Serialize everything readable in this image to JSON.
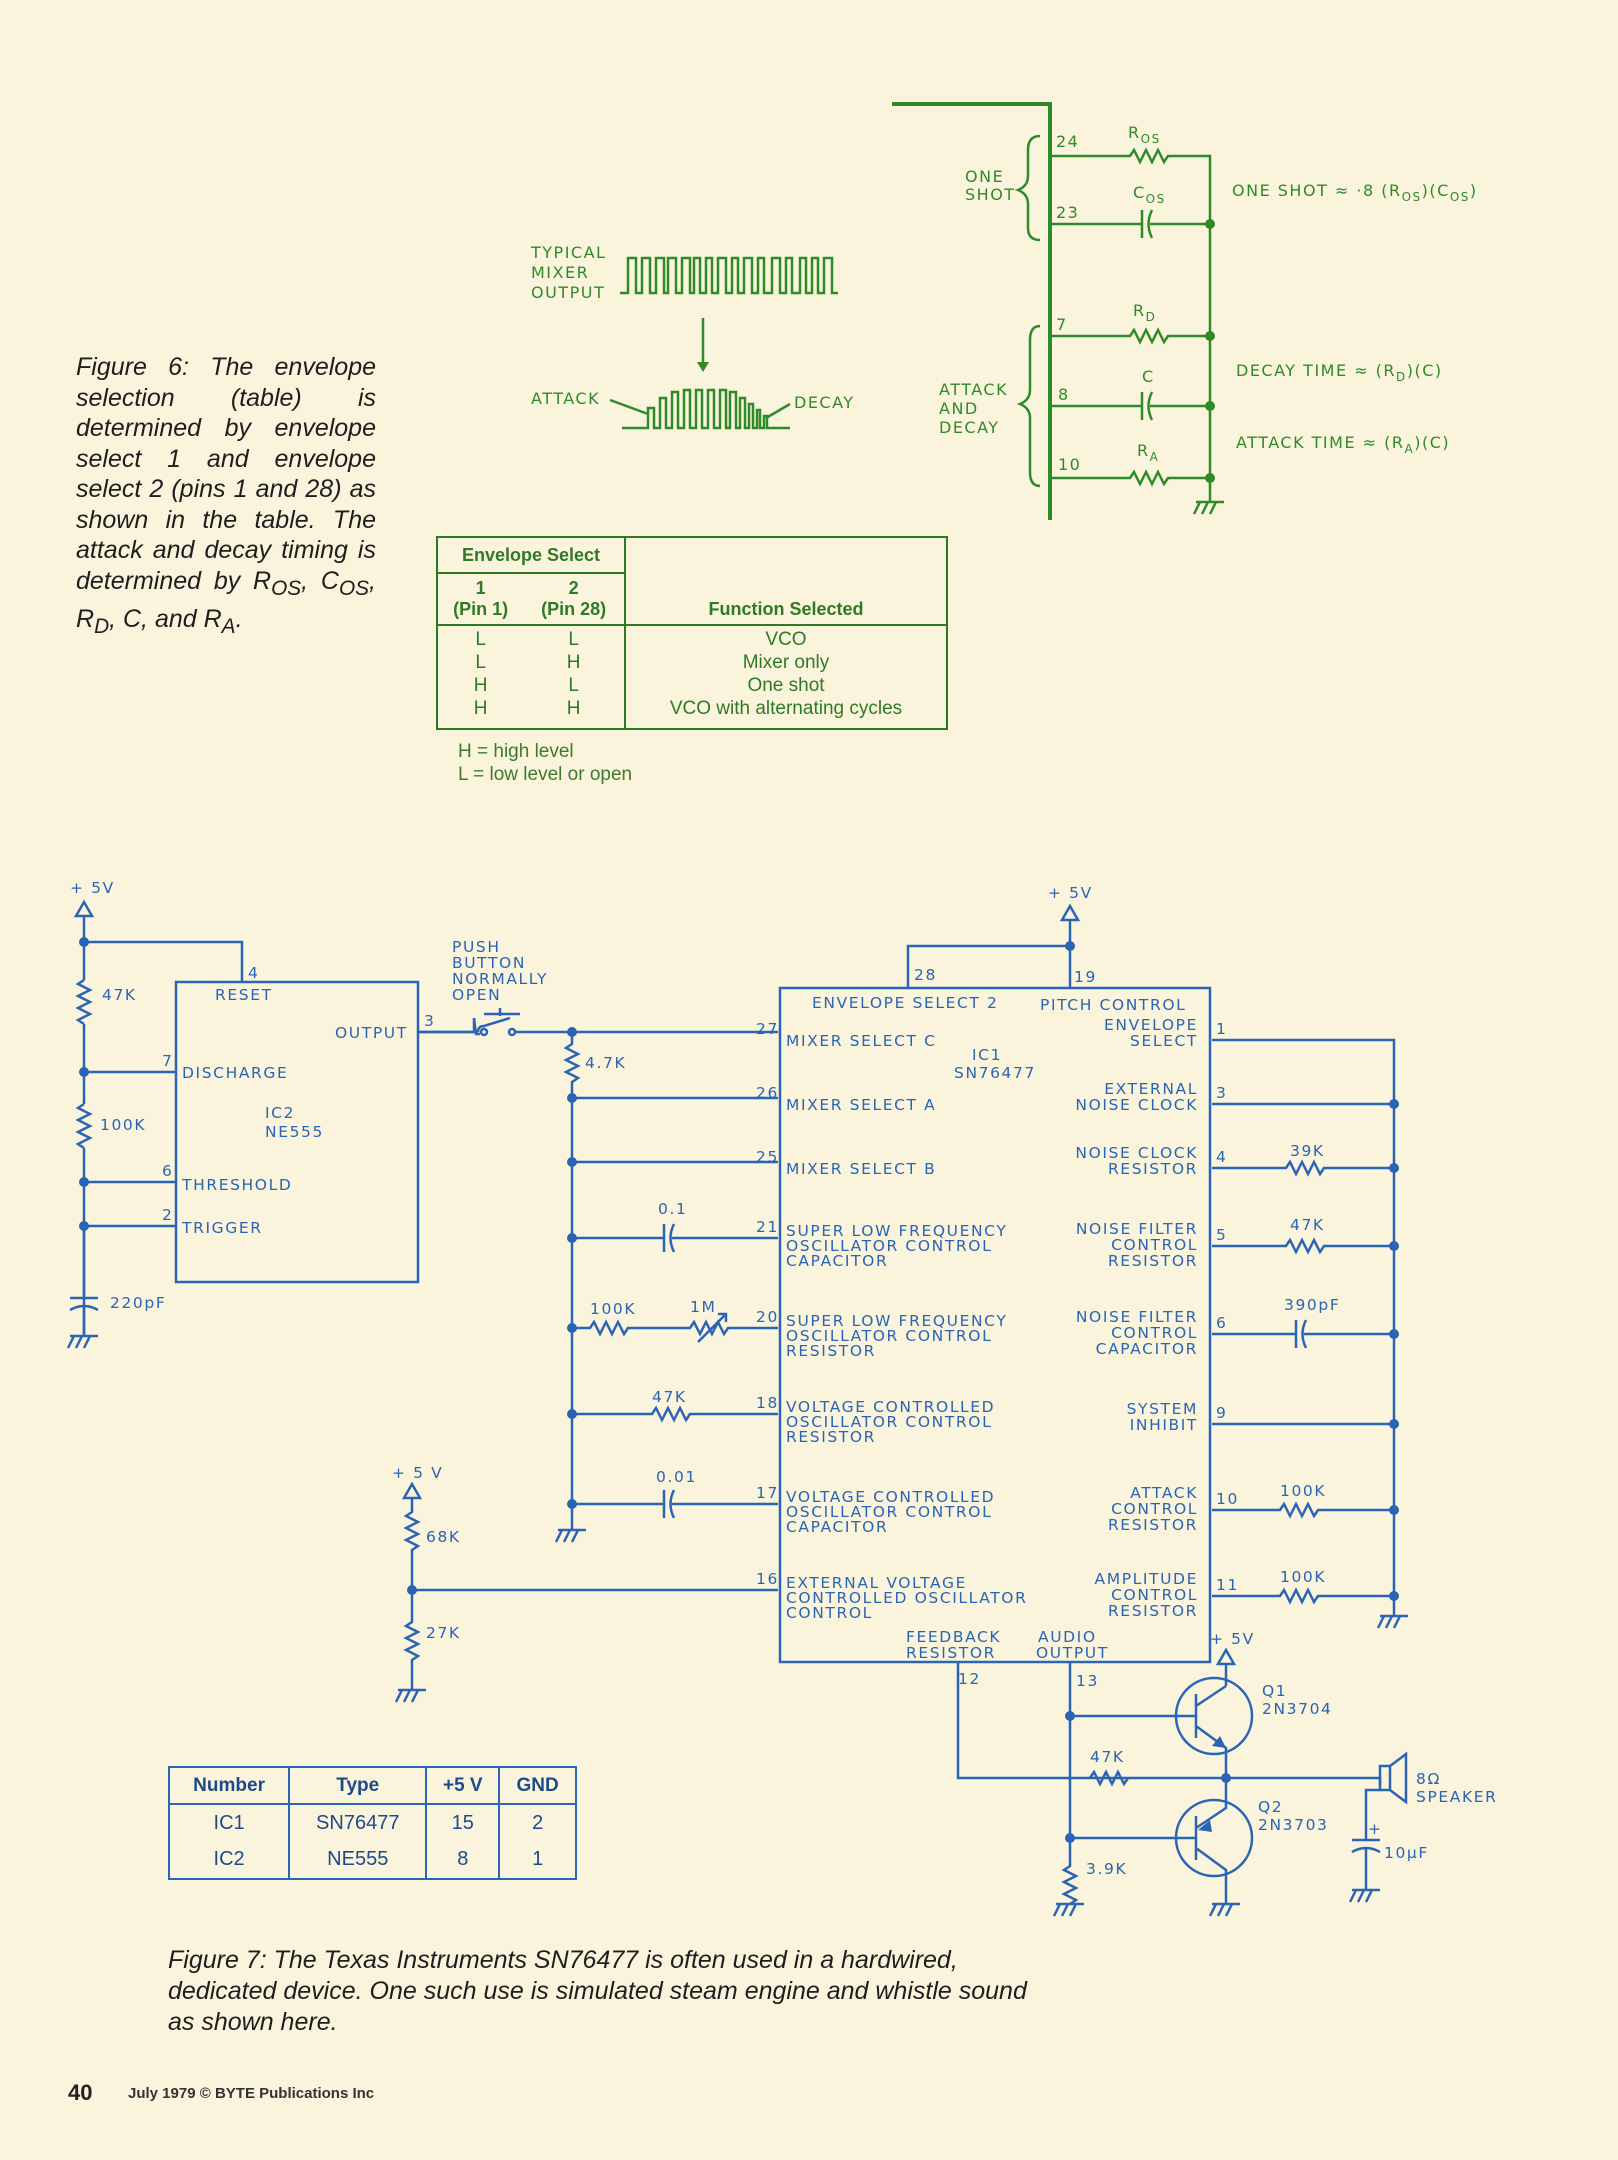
{
  "fig6": {
    "caption": "Figure 6: The envelope selection (table) is determined by envelope select 1 and envelope select 2 (pins 1 and 28) as shown in the table. The attack and decay timing is determined by R",
    "caption_os1": "OS",
    "caption_cos_pre": ", C",
    "caption_os2": "OS",
    "caption_rd_pre": ", R",
    "caption_d": "D",
    "caption_c": ", C, and R",
    "caption_a": "A",
    "caption_end": ".",
    "waveform_label": "TYPICAL MIXER OUTPUT",
    "wave_label_l1": "TYPICAL",
    "wave_label_l2": "MIXER",
    "wave_label_l3": "OUTPUT",
    "attack_label": "ATTACK",
    "decay_label": "DECAY",
    "one_shot_l1": "ONE",
    "one_shot_l2": "SHOT",
    "attack_decay_l1": "ATTACK",
    "attack_decay_l2": "AND",
    "attack_decay_l3": "DECAY",
    "pins": [
      "24",
      "23",
      "7",
      "8",
      "10"
    ],
    "r_os": "R",
    "r_os_sub": "OS",
    "c_os": "C",
    "c_os_sub": "OS",
    "r_d": "R",
    "r_d_sub": "D",
    "c": "C",
    "r_a": "R",
    "r_a_sub": "A",
    "formula_one_shot": "ONE SHOT ≈ ·8 (R",
    "formula_one_shot_2": ")(C",
    "formula_one_shot_3": ")",
    "formula_decay": "DECAY TIME ≈ (R",
    "formula_decay_2": ")(C)",
    "formula_attack": "ATTACK TIME ≈ (R",
    "formula_attack_2": ")(C)"
  },
  "env_table": {
    "header_select": "Envelope Select",
    "col1": "1",
    "col1_pin": "(Pin 1)",
    "col2": "2",
    "col2_pin": "(Pin 28)",
    "header_function": "Function Selected",
    "rows": [
      {
        "s1": "L",
        "s2": "L",
        "fn": "VCO"
      },
      {
        "s1": "L",
        "s2": "H",
        "fn": "Mixer only"
      },
      {
        "s1": "H",
        "s2": "L",
        "fn": "One shot"
      },
      {
        "s1": "H",
        "s2": "H",
        "fn": "VCO with alternating cycles"
      }
    ],
    "legend_h": "H = high level",
    "legend_l": "L = low level or open"
  },
  "fig7": {
    "caption": "Figure 7: The Texas Instruments SN76477 is often used in a hardwired, dedicated device. One such use is simulated steam engine and whistle sound as shown here.",
    "plus5v": "+5V",
    "plus5v_spaced": "+ 5V",
    "plus5v_b": "+ 5 V",
    "r47k": "47K",
    "r100k": "100K",
    "c220pf": "220pF",
    "ic2_l1": "IC2",
    "ic2_l2": "NE555",
    "reset": "RESET",
    "output": "OUTPUT",
    "discharge": "DISCHARGE",
    "threshold": "THRESHOLD",
    "trigger": "TRIGGER",
    "pin4": "4",
    "pin3": "3",
    "pin7": "7",
    "pin6": "6",
    "pin2": "2",
    "push_l1": "PUSH",
    "push_l2": "BUTTON",
    "push_l3": "NORMALLY",
    "push_l4": "OPEN",
    "r4_7k": "4.7K",
    "c0_1": "0.1",
    "r100k_b": "100K",
    "r1m": "1M",
    "r47k_b": "47K",
    "c0_01": "0.01",
    "r68k": "68K",
    "r27k": "27K",
    "ic1_l1": "IC1",
    "ic1_l2": "SN76477",
    "env_sel2": "ENVELOPE SELECT 2",
    "pitch": "PITCH CONTROL",
    "left_pins": [
      {
        "num": "27",
        "label": [
          "MIXER SELECT C"
        ]
      },
      {
        "num": "26",
        "label": [
          "MIXER SELECT A"
        ]
      },
      {
        "num": "25",
        "label": [
          "MIXER SELECT B"
        ]
      },
      {
        "num": "21",
        "label": [
          "SUPER LOW FREQUENCY",
          "OSCILLATOR CONTROL",
          "CAPACITOR"
        ]
      },
      {
        "num": "20",
        "label": [
          "SUPER LOW FREQUENCY",
          "OSCILLATOR CONTROL",
          "RESISTOR"
        ]
      },
      {
        "num": "18",
        "label": [
          "VOLTAGE CONTROLLED",
          "OSCILLATOR CONTROL",
          "RESISTOR"
        ]
      },
      {
        "num": "17",
        "label": [
          "VOLTAGE CONTROLLED",
          "OSCILLATOR CONTROL",
          "CAPACITOR"
        ]
      },
      {
        "num": "16",
        "label": [
          "EXTERNAL VOLTAGE",
          "CONTROLLED OSCILLATOR",
          "CONTROL"
        ]
      }
    ],
    "right_pins": [
      {
        "num": "1",
        "label": [
          "ENVELOPE",
          "SELECT"
        ]
      },
      {
        "num": "3",
        "label": [
          "EXTERNAL",
          "NOISE CLOCK"
        ]
      },
      {
        "num": "4",
        "label": [
          "NOISE CLOCK",
          "RESISTOR"
        ]
      },
      {
        "num": "5",
        "label": [
          "NOISE FILTER",
          "CONTROL",
          "RESISTOR"
        ]
      },
      {
        "num": "6",
        "label": [
          "NOISE FILTER",
          "CONTROL",
          "CAPACITOR"
        ]
      },
      {
        "num": "9",
        "label": [
          "SYSTEM",
          "INHIBIT"
        ]
      },
      {
        "num": "10",
        "label": [
          "ATTACK",
          "CONTROL",
          "RESISTOR"
        ]
      },
      {
        "num": "11",
        "label": [
          "AMPLITUDE",
          "CONTROL",
          "RESISTOR"
        ]
      }
    ],
    "pin28": "28",
    "pin19": "19",
    "pin12": "12",
    "pin13": "13",
    "feedback_l1": "FEEDBACK",
    "feedback_l2": "RESISTOR",
    "audio_l1": "AUDIO",
    "audio_l2": "OUTPUT",
    "r39k": "39K",
    "r47k_c": "47K",
    "c390pf": "390pF",
    "r100k_c": "100K",
    "r100k_d": "100K",
    "q1_l1": "Q1",
    "q1_l2": "2N3704",
    "q2_l1": "Q2",
    "q2_l2": "2N3703",
    "r47k_d": "47K",
    "r3_9k": "3.9K",
    "speaker_l1": "8Ω",
    "speaker_l2": "SPEAKER",
    "c10uf": "10μF",
    "cap_plus": "+"
  },
  "ic_table": {
    "headers": [
      "Number",
      "Type",
      "+5 V",
      "GND"
    ],
    "rows": [
      [
        "IC1",
        "SN76477",
        "15",
        "2"
      ],
      [
        "IC2",
        "NE555",
        "8",
        "1"
      ]
    ]
  },
  "footer": {
    "page_number": "40",
    "text": "July 1979 © BYTE Publications Inc"
  },
  "colors": {
    "green": "#2f8a2a",
    "blue": "#2a64b4",
    "paper": "#fbf4dc"
  }
}
